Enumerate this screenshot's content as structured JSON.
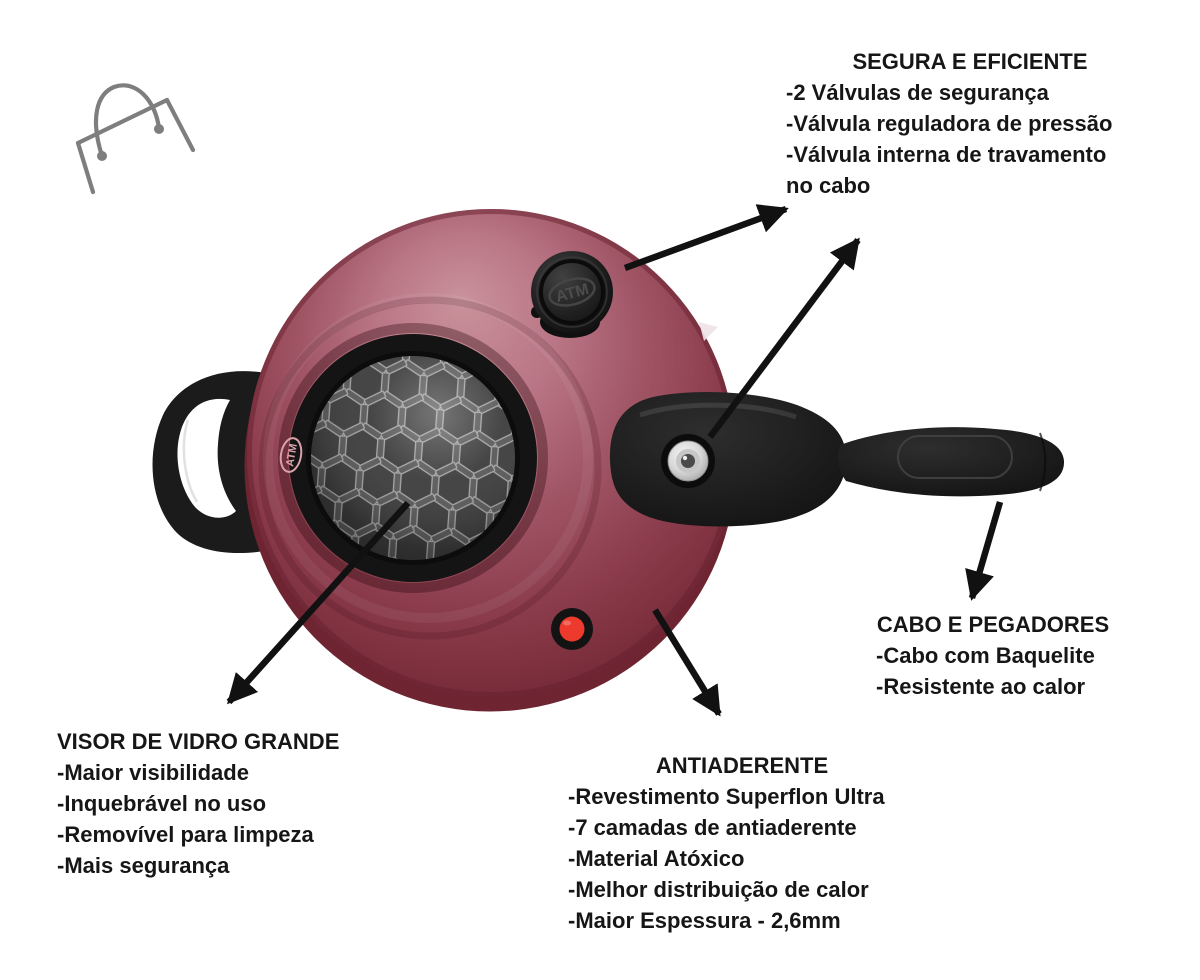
{
  "brand": {
    "bag_icon": "shopping-bag-sketch"
  },
  "product": {
    "name": "red pressure cooker top view",
    "knob_label": "ATM",
    "lid_badge": "ATM",
    "colors": {
      "lid_pink_highlight": "#c78f98",
      "lid_red_mid": "#9f5262",
      "lid_red_dark": "#732939",
      "handle_black": "#1b1b1b",
      "indicator_red": "#ee3a2c",
      "annotation_text": "#161616"
    }
  },
  "annotations": {
    "safety": {
      "title": "SEGURA E EFICIENTE",
      "items": [
        "-2 Válvulas de segurança",
        "-Válvula reguladora de pressão",
        "-Válvula interna de travamento",
        "no cabo"
      ]
    },
    "handle": {
      "title": "CABO E PEGADORES",
      "items": [
        "-Cabo com Baquelite",
        "-Resistente ao calor"
      ]
    },
    "window": {
      "title": "VISOR DE VIDRO GRANDE",
      "items": [
        "-Maior visibilidade",
        "-Inquebrável no uso",
        "-Removível para limpeza",
        "-Mais segurança"
      ]
    },
    "nonstick": {
      "title": "ANTIADERENTE",
      "items": [
        "-Revestimento Superflon Ultra",
        "-7 camadas de antiaderente",
        "-Material Atóxico",
        "-Melhor distribuição de calor",
        "-Maior Espessura - 2,6mm"
      ]
    }
  }
}
